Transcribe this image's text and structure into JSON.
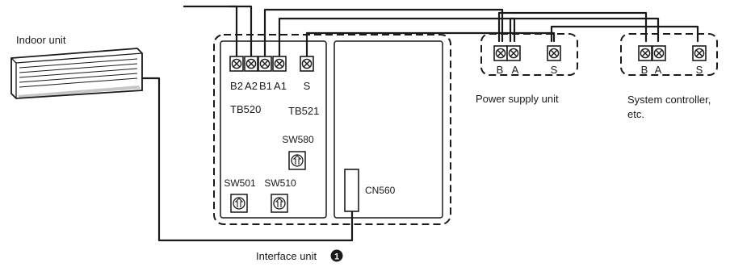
{
  "indoor_unit": {
    "label": "Indoor unit"
  },
  "interface_unit": {
    "label": "Interface unit",
    "badge": "1",
    "terminal_labels": [
      "B2",
      "A2",
      "B1",
      "A1"
    ],
    "s_label": "S",
    "tb520": "TB520",
    "tb521": "TB521",
    "sw580": "SW580",
    "sw501": "SW501",
    "sw510": "SW510",
    "cn560": "CN560"
  },
  "power_supply_unit": {
    "label": "Power supply unit",
    "terminal_labels": [
      "B",
      "A",
      "S"
    ]
  },
  "system_controller": {
    "label_line1": "System controller,",
    "label_line2": "etc.",
    "terminal_labels": [
      "B",
      "A",
      "S"
    ]
  },
  "colors": {
    "line": "#1a1a1a",
    "background": "#ffffff"
  }
}
